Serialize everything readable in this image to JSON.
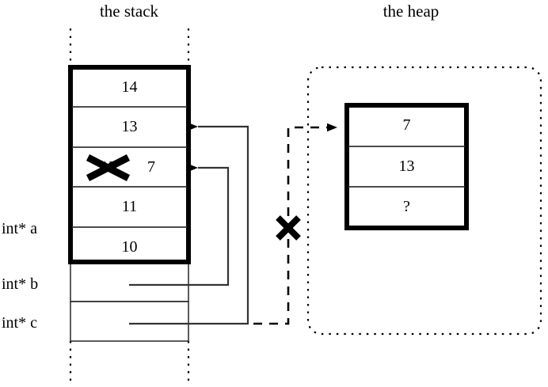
{
  "diagram": {
    "type": "memory-layout-diagram",
    "titles": {
      "stack": "the stack",
      "heap": "the heap"
    },
    "stack": {
      "allocated_cells": [
        {
          "value": "14",
          "crossed_out": false
        },
        {
          "value": "13",
          "crossed_out": false
        },
        {
          "value": "12",
          "crossed_out": true,
          "new_value": "7"
        },
        {
          "value": "11",
          "crossed_out": false
        },
        {
          "value": "10",
          "crossed_out": false
        }
      ],
      "pointer_vars": [
        {
          "label": "int* a",
          "points_to": "stack-cell-10"
        },
        {
          "label": "int* b",
          "points_to": "stack-cell-crossed"
        },
        {
          "label": "int* c",
          "points_to": "stack-cell-13"
        }
      ]
    },
    "heap": {
      "cells": [
        {
          "value": "7"
        },
        {
          "value": "13"
        },
        {
          "value": "?"
        }
      ]
    },
    "annotations": {
      "cross_mark": "✕",
      "invalidated_pointer_note": "dashed-pointer-to-heap-crossed-out"
    },
    "colors": {
      "ink": "#000000",
      "background": "#ffffff",
      "thin_line": "#333333"
    }
  }
}
